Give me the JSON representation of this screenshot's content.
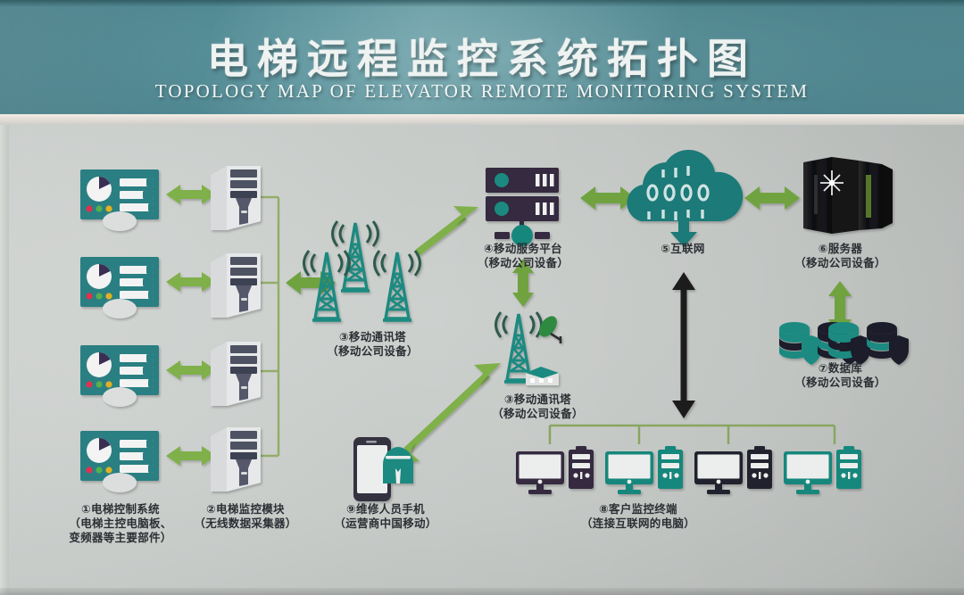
{
  "header": {
    "title_cn": "电梯远程监控系统拓扑图",
    "title_en": "TOPOLOGY MAP OF ELEVATOR REMOTE MONITORING SYSTEM"
  },
  "colors": {
    "teal": "#1b8a80",
    "teal_dark": "#16736b",
    "dashboard_teal": "#2b7f82",
    "purple_dark": "#342a3f",
    "green_arrow": "#7fb04a",
    "green_line": "#93ad6a",
    "black": "#1a1a1a",
    "sign_bg": "#4a838d",
    "panel_bg": "#cdd1ce"
  },
  "nodes": [
    {
      "id": "elevator-control-system",
      "index": "①",
      "label": "①电梯控制系统\n（电梯主控电脑板、\n变频器等主要部件）",
      "icon": "dashboard-panel-icon",
      "count": 4
    },
    {
      "id": "elevator-monitor-module",
      "index": "②",
      "label": "②电梯监控模块\n（无线数据采集器）",
      "icon": "pc-tower-icon",
      "count": 4
    },
    {
      "id": "mobile-comm-tower-main",
      "index": "③",
      "label": "③移动通讯塔\n（移动公司设备）",
      "icon": "cell-tower-icon"
    },
    {
      "id": "mobile-service-platform",
      "index": "④",
      "label": "④移动服务平台\n（移动公司设备）",
      "icon": "rack-server-icon"
    },
    {
      "id": "internet",
      "index": "⑤",
      "label": "⑤互联网",
      "icon": "cloud-icon"
    },
    {
      "id": "server",
      "index": "⑥",
      "label": "⑥服务器\n（移动公司设备）",
      "icon": "server-cabinet-icon"
    },
    {
      "id": "database",
      "index": "⑦",
      "label": "⑦数据库\n（移动公司设备）",
      "icon": "database-shield-icon",
      "count": 4
    },
    {
      "id": "client-monitor-terminal",
      "index": "⑧",
      "label": "⑧客户监控终端\n（连接互联网的电脑）",
      "icon": "desktop-computer-icon",
      "count": 4
    },
    {
      "id": "mobile-comm-tower-secondary",
      "index": "③",
      "label": "③移动通讯塔\n（移动公司设备）",
      "icon": "cell-tower-dish-icon"
    },
    {
      "id": "technician-phone",
      "index": "⑨",
      "label": "⑨维修人员手机\n（运营商中国移动）",
      "icon": "smartphone-worker-icon"
    }
  ],
  "connections": [
    {
      "id": "control-to-module",
      "style": "double-arrow-green",
      "count": 4
    },
    {
      "id": "modules-bus-to-tower",
      "style": "bus-then-double-arrow-green"
    },
    {
      "id": "tower-to-platform",
      "style": "arrow-green-up"
    },
    {
      "id": "platform-to-internet",
      "style": "double-arrow-green"
    },
    {
      "id": "internet-to-server",
      "style": "double-arrow-green"
    },
    {
      "id": "server-to-database",
      "style": "double-arrow-green-vertical"
    },
    {
      "id": "internet-to-clients",
      "style": "double-arrow-black-vertical"
    },
    {
      "id": "platform-to-tower2",
      "style": "double-arrow-green-vertical"
    },
    {
      "id": "tower2-to-phone",
      "style": "double-arrow-green-diagonal"
    },
    {
      "id": "clients-bus",
      "style": "bus-green"
    }
  ]
}
